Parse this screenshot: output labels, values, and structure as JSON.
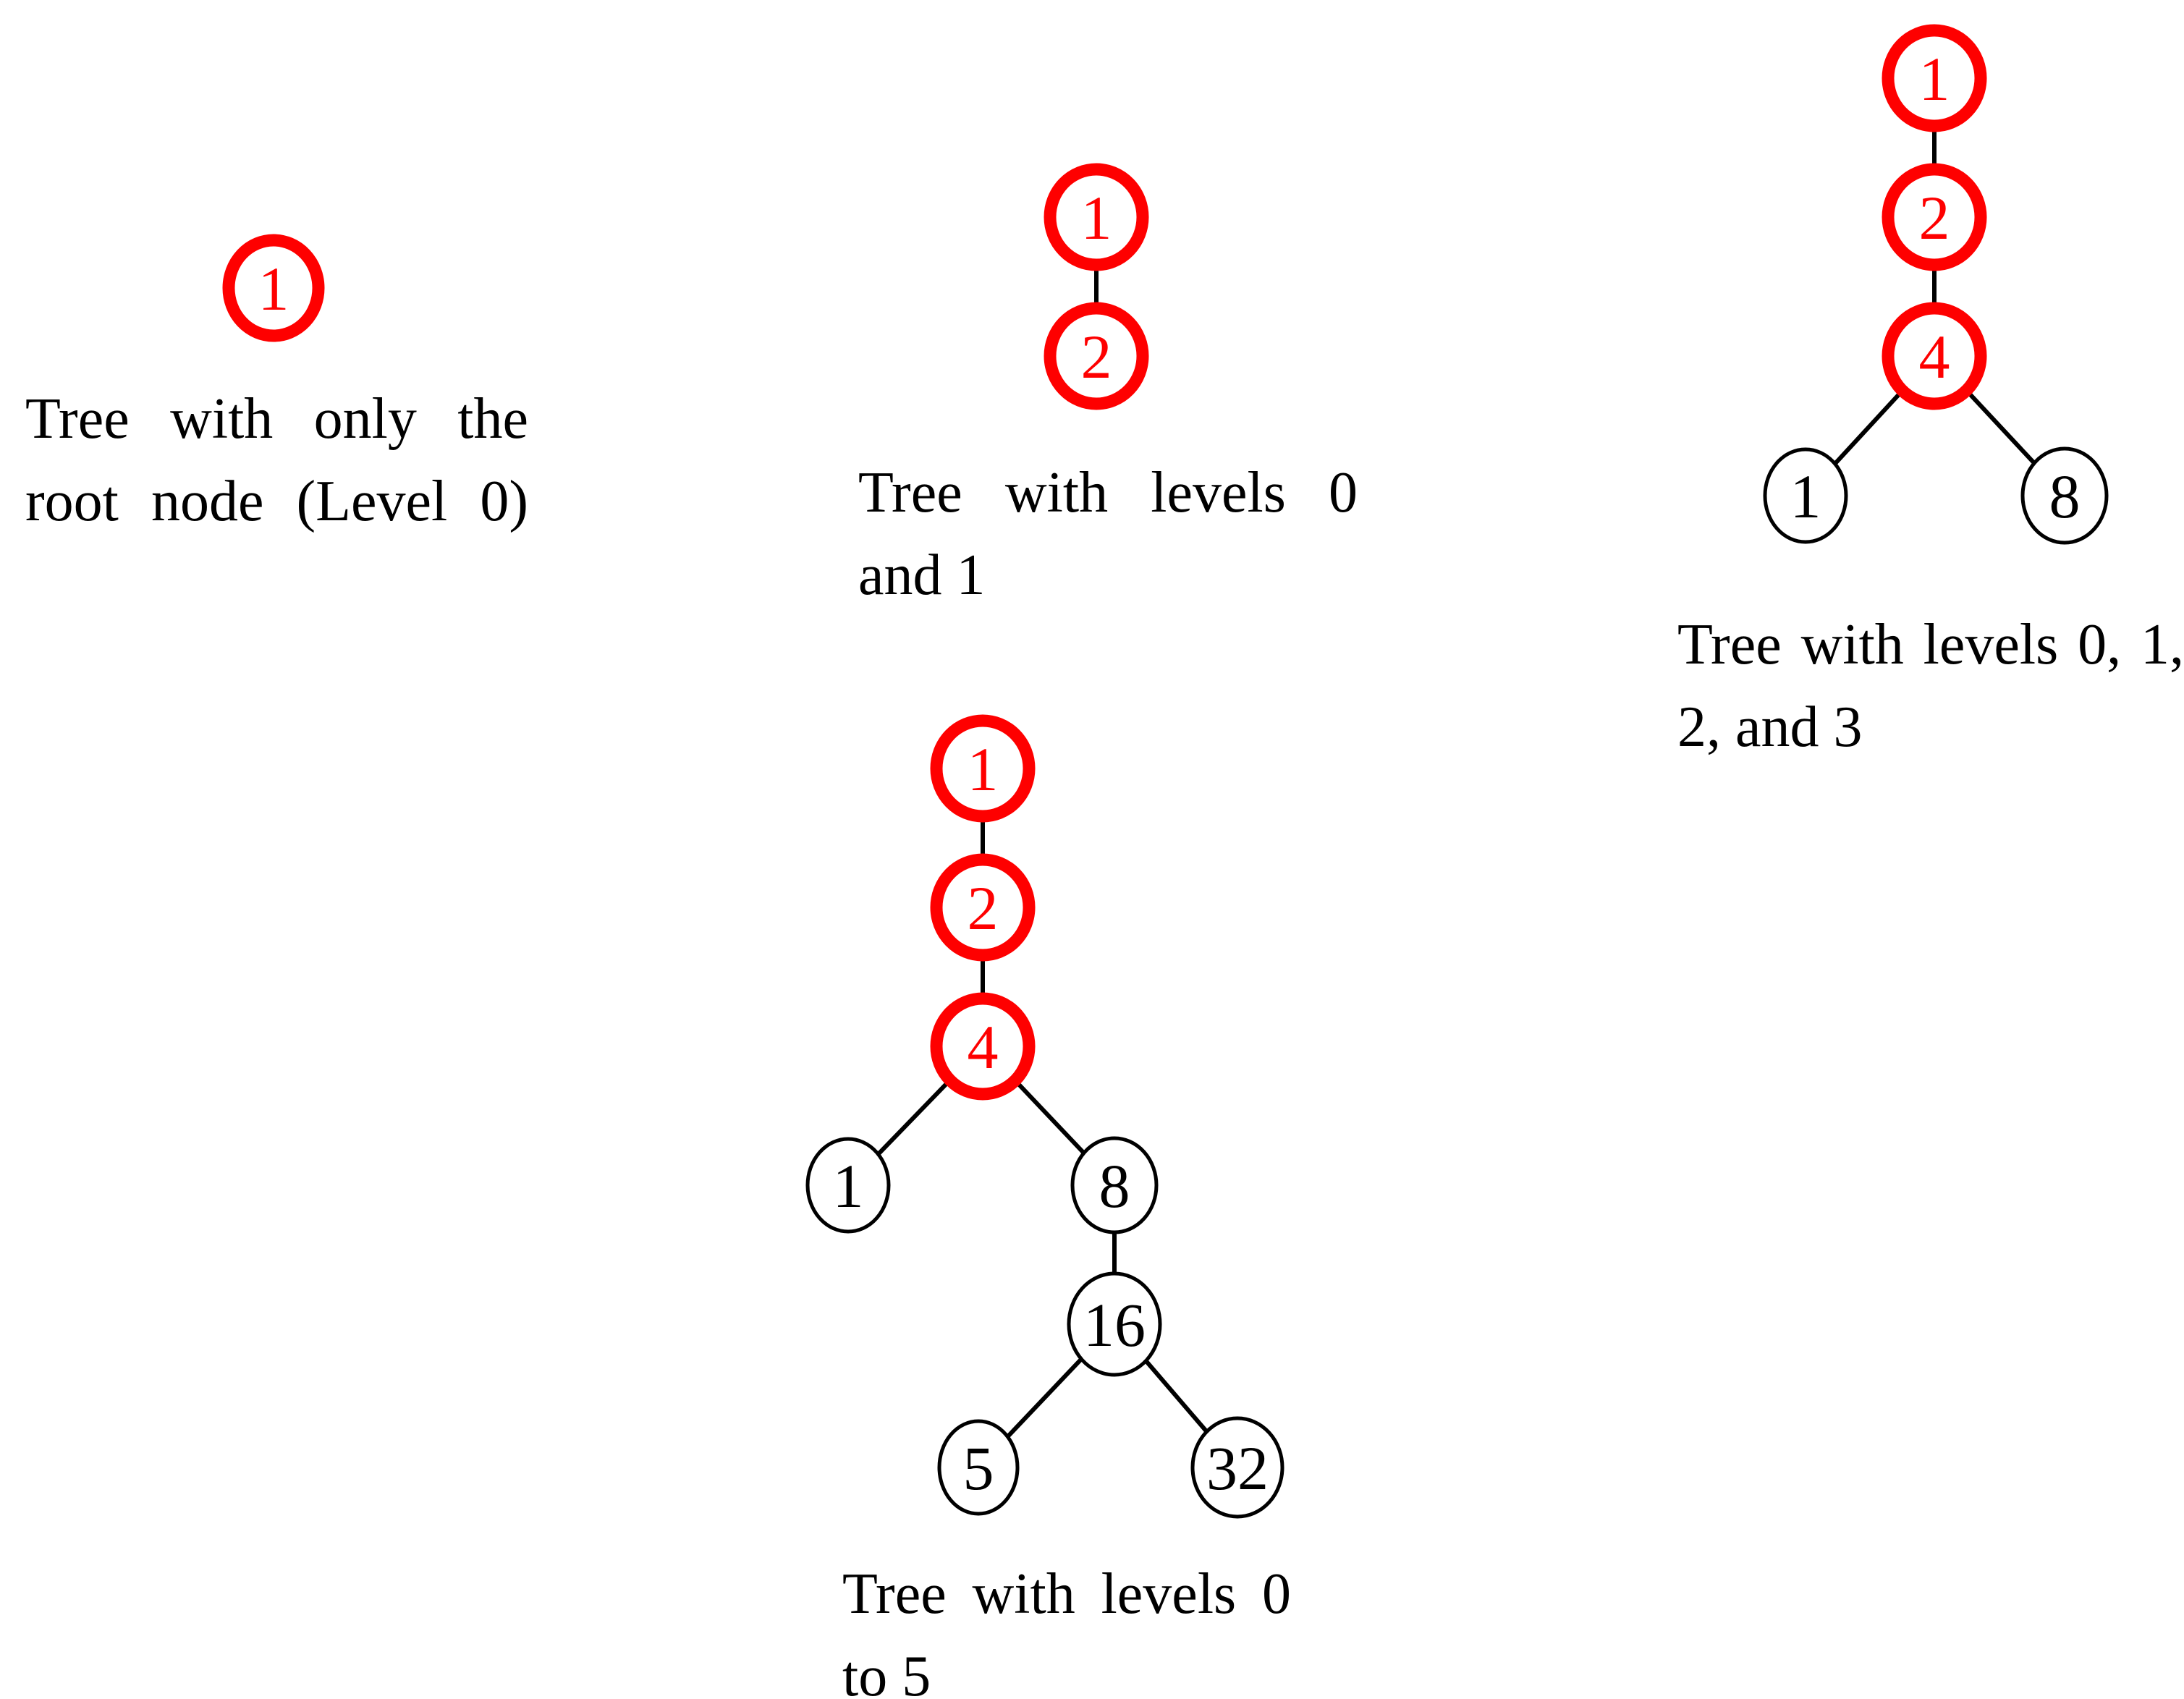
{
  "figure": {
    "description": "Four binary-tree diagrams illustrating trees of increasing depth; the path 1-2-4 is highlighted in red",
    "colors": {
      "highlight_red": "#fe0000",
      "node_outline_black": "#000000",
      "edge_black": "#000000",
      "caption_text": "#000000",
      "node_fill": "#ffffff",
      "background": "#ffffff"
    },
    "trees": [
      {
        "name": "tree-level-0",
        "caption": "Tree with only the root node (Level 0)",
        "nodes": [
          {
            "label": "1",
            "highlighted": true
          }
        ],
        "edges": []
      },
      {
        "name": "tree-levels-0-1",
        "caption": "Tree with levels 0 and 1",
        "nodes": [
          {
            "label": "1",
            "highlighted": true
          },
          {
            "label": "2",
            "highlighted": true
          }
        ],
        "edges": [
          [
            0,
            1
          ]
        ]
      },
      {
        "name": "tree-levels-0-1-2-3",
        "caption": "Tree with levels 0, 1, 2, and 3",
        "nodes": [
          {
            "label": "1",
            "highlighted": true
          },
          {
            "label": "2",
            "highlighted": true
          },
          {
            "label": "4",
            "highlighted": true
          },
          {
            "label": "1",
            "highlighted": false
          },
          {
            "label": "8",
            "highlighted": false
          }
        ],
        "edges": [
          [
            0,
            1
          ],
          [
            1,
            2
          ],
          [
            2,
            3
          ],
          [
            2,
            4
          ]
        ]
      },
      {
        "name": "tree-levels-0-to-5",
        "caption": "Tree with levels 0 to 5",
        "nodes": [
          {
            "label": "1",
            "highlighted": true
          },
          {
            "label": "2",
            "highlighted": true
          },
          {
            "label": "4",
            "highlighted": true
          },
          {
            "label": "1",
            "highlighted": false
          },
          {
            "label": "8",
            "highlighted": false
          },
          {
            "label": "16",
            "highlighted": false
          },
          {
            "label": "5",
            "highlighted": false
          },
          {
            "label": "32",
            "highlighted": false
          }
        ],
        "edges": [
          [
            0,
            1
          ],
          [
            1,
            2
          ],
          [
            2,
            3
          ],
          [
            2,
            4
          ],
          [
            4,
            5
          ],
          [
            5,
            6
          ],
          [
            5,
            7
          ]
        ]
      }
    ]
  }
}
